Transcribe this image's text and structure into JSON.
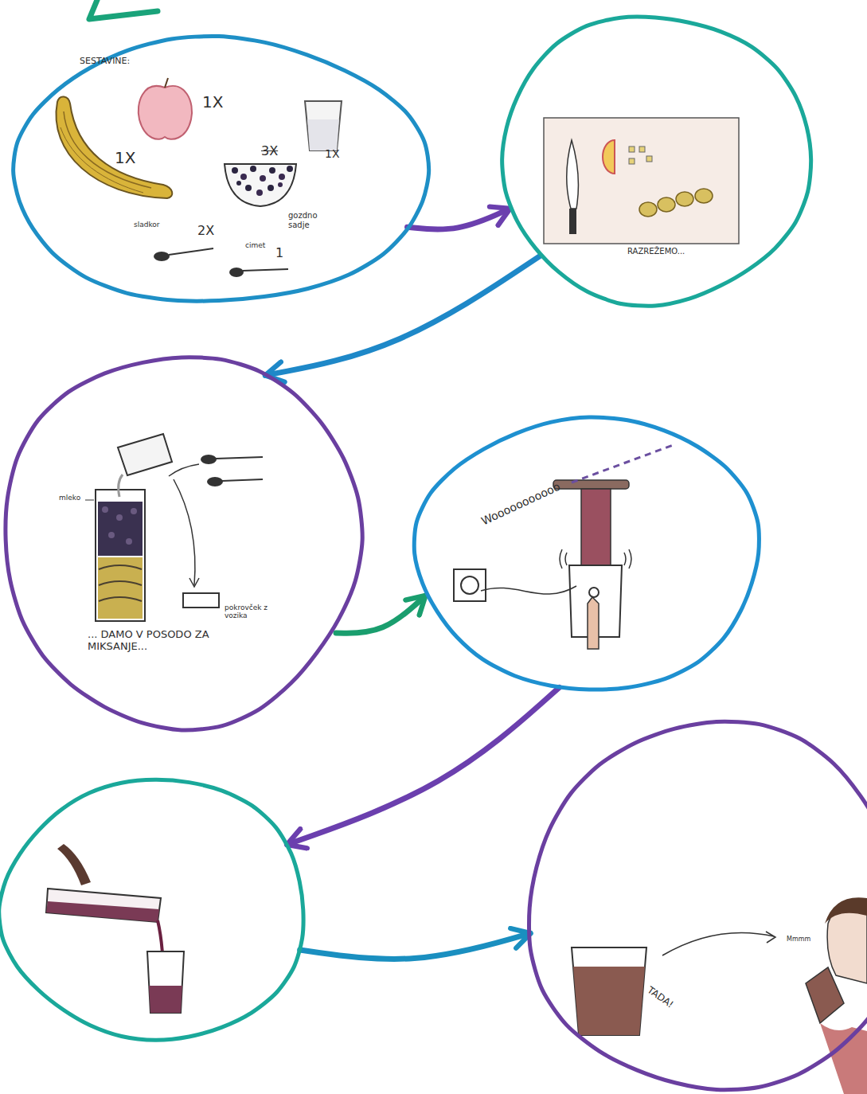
{
  "diagram": {
    "nodes": [
      {
        "text": [
          "SESTAVINE:",
          "1X",
          "1X",
          "3X",
          "1X",
          "gozdno sadje",
          "sladkor",
          "2X",
          "cimet",
          "1"
        ]
      },
      {
        "text": [
          "RAZREŽEMO..."
        ]
      },
      {
        "text": [
          "mleko",
          "pokrovček z vozika",
          "... DAMO V POSODO ZA MIKSANJE..."
        ]
      },
      {
        "text": [
          "Wooooooooooo"
        ]
      },
      {
        "text": []
      },
      {
        "text": [
          "TADA!",
          "Mmmm"
        ]
      }
    ],
    "edges": [
      {
        "from": 0,
        "to": 1,
        "arrow": "to"
      },
      {
        "from": 1,
        "to": 2,
        "arrow": "to"
      },
      {
        "from": 2,
        "to": 3,
        "arrow": "to"
      },
      {
        "from": 3,
        "to": 4,
        "arrow": "to"
      },
      {
        "from": 4,
        "to": 5,
        "arrow": "to"
      }
    ]
  }
}
